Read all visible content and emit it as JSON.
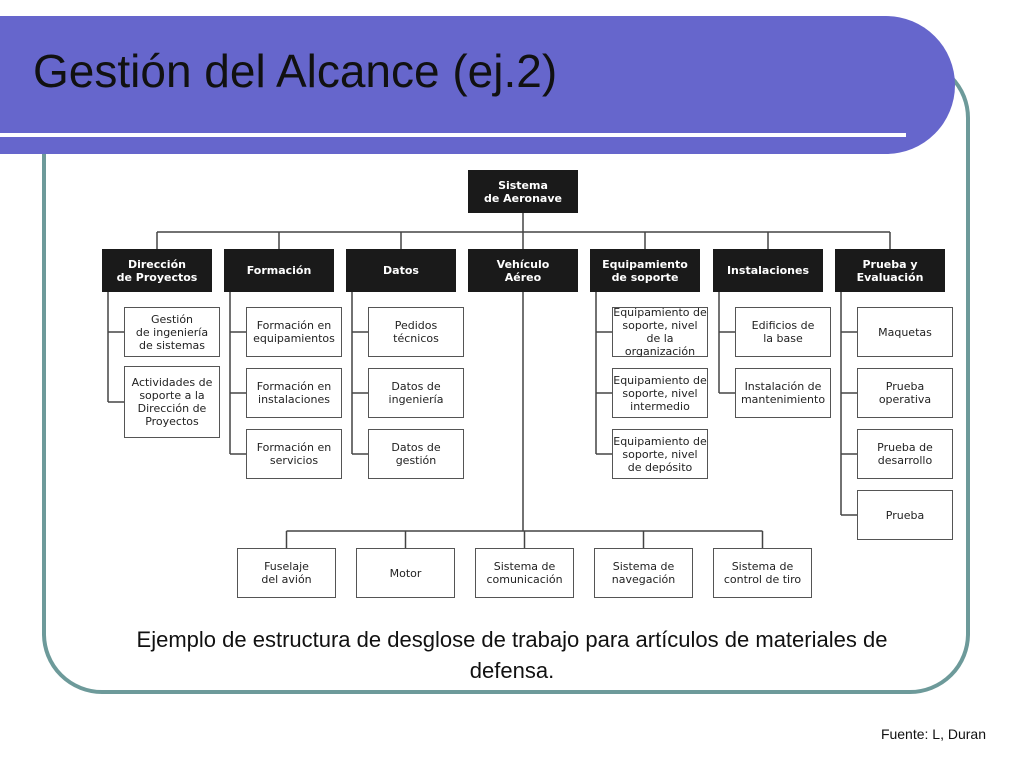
{
  "title": "Gestión del Alcance (ej.2)",
  "caption": "Ejemplo de estructura de desglose de trabajo para artículos de materiales de defensa.",
  "source": "Fuente: L, Duran",
  "colors": {
    "title_bar": "#6666cc",
    "frame": "#6d9a9a",
    "dark_node": "#1a1a1a"
  },
  "wbs": {
    "root": "Sistema\nde Aeronave",
    "level1": [
      {
        "label": "Dirección\nde Proyectos",
        "children": [
          "Gestión\nde ingeniería\nde sistemas",
          "Actividades de\nsoporte a la\nDirección de\nProyectos"
        ]
      },
      {
        "label": "Formación",
        "children": [
          "Formación en\nequipamientos",
          "Formación en\ninstalaciones",
          "Formación en\nservicios"
        ]
      },
      {
        "label": "Datos",
        "children": [
          "Pedidos\ntécnicos",
          "Datos de\ningeniería",
          "Datos de\ngestión"
        ]
      },
      {
        "label": "Vehículo\nAéreo",
        "children": [
          "Fuselaje\ndel avión",
          "Motor",
          "Sistema de\ncomunicación",
          "Sistema de\nnavegación",
          "Sistema de\ncontrol de tiro"
        ]
      },
      {
        "label": "Equipamiento\nde soporte",
        "children": [
          "Equipamiento de\nsoporte, nivel\nde la organización",
          "Equipamiento de\nsoporte, nivel\nintermedio",
          "Equipamiento de\nsoporte, nivel\nde depósito"
        ]
      },
      {
        "label": "Instalaciones",
        "children": [
          "Edificios de\nla base",
          "Instalación de\nmantenimiento"
        ]
      },
      {
        "label": "Prueba y\nEvaluación",
        "children": [
          "Maquetas",
          "Prueba\noperativa",
          "Prueba de\ndesarrollo",
          "Prueba"
        ]
      }
    ]
  }
}
